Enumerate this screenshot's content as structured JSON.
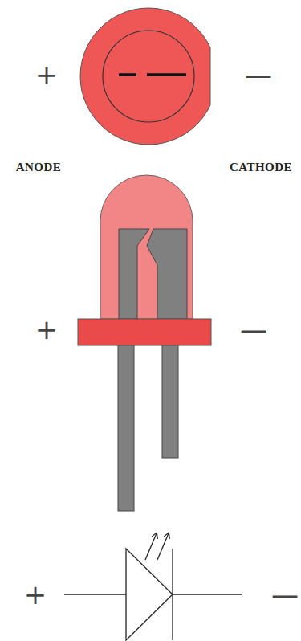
{
  "diagram": {
    "labels": [
      "+",
      "—",
      "ANODE",
      "CATHODE",
      "+",
      "—",
      "+",
      "—"
    ]
  }
}
